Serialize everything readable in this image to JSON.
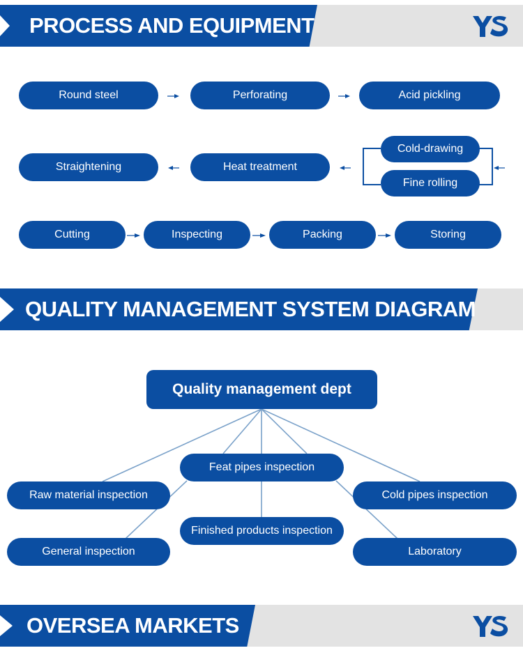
{
  "banners": {
    "process": "PROCESS AND EQUIPMENT",
    "quality": "QUALITY MANAGEMENT SYSTEM DIAGRAM",
    "markets": "OVERSEA MARKETS"
  },
  "logo": {
    "text": "YS",
    "color": "#0b4ea2"
  },
  "process": {
    "row1": [
      "Round steel",
      "Perforating",
      "Acid pickling"
    ],
    "row2": [
      "Straightening",
      "Heat treatment"
    ],
    "branch": [
      "Cold-drawing",
      "Fine rolling"
    ],
    "row3": [
      "Cutting",
      "Inspecting",
      "Packing",
      "Storing"
    ]
  },
  "quality": {
    "head": "Quality management dept",
    "feat": "Feat pipes inspection",
    "raw": "Raw material inspection",
    "cold": "Cold pipes inspection",
    "finished": "Finished products inspection",
    "general": "General inspection",
    "laboratory": "Laboratory"
  },
  "colors": {
    "primary": "#0b4ea2",
    "banner_bg": "#e3e3e3",
    "line": "#7aa1c9"
  }
}
